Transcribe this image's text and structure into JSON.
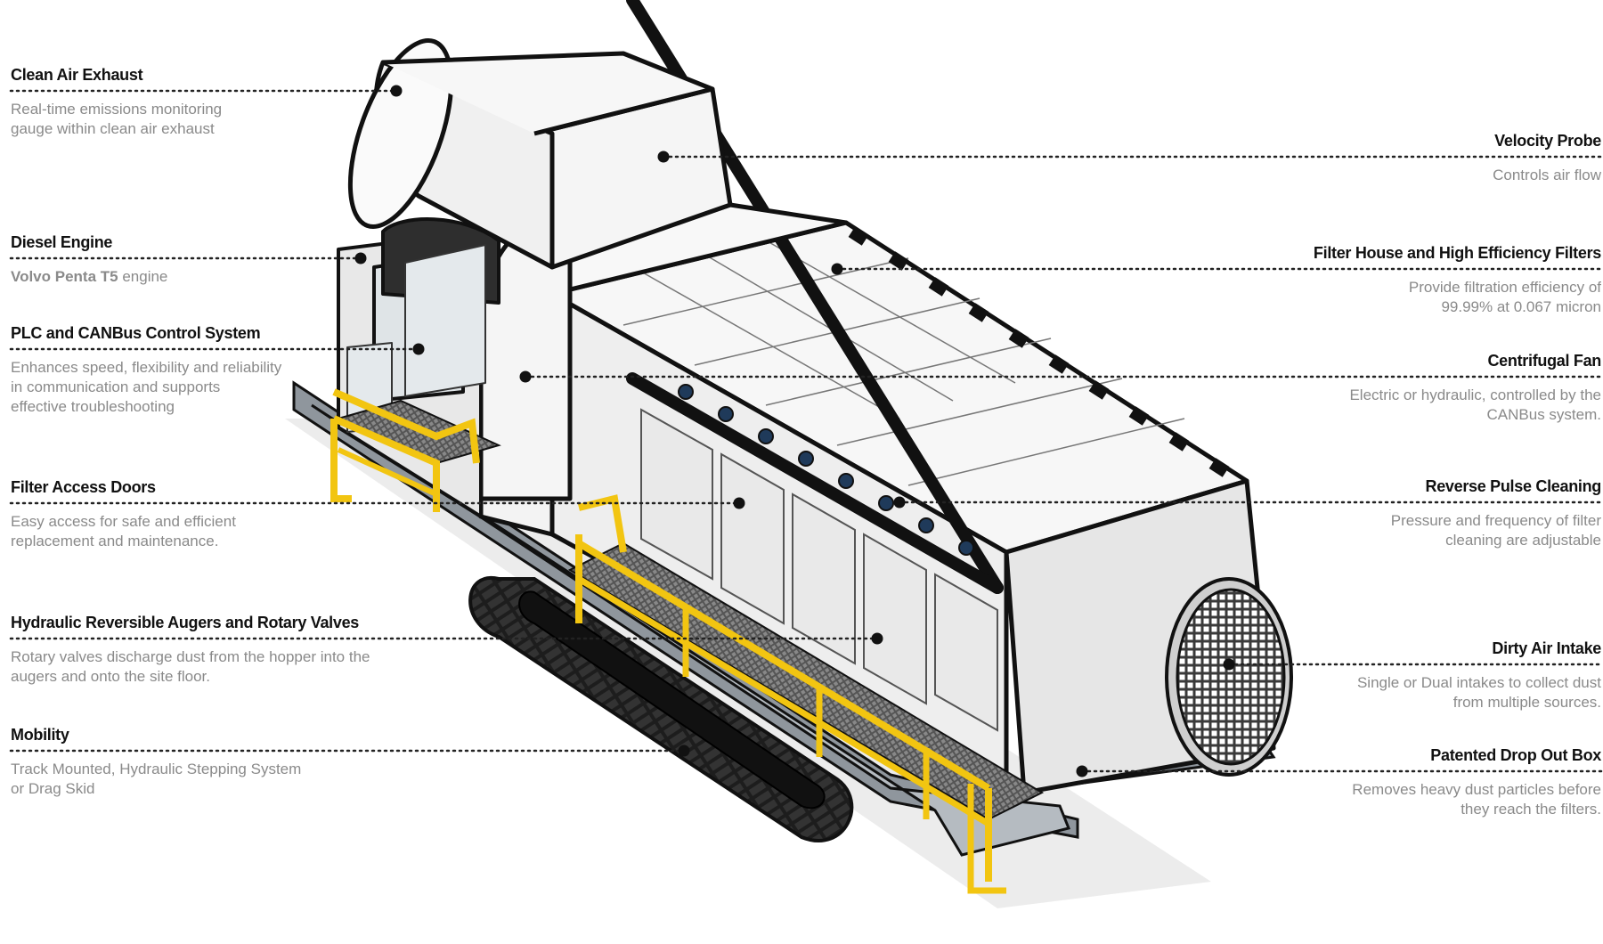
{
  "colors": {
    "background": "#ffffff",
    "title_text": "#111111",
    "description_text": "#8a8a8a",
    "leader_line": "#222222",
    "machine_body": "#f2f2f2",
    "outline": "#111111",
    "railing": "#f2c511",
    "track": "#2a2a2a",
    "frame": "#9aa0a6"
  },
  "callouts": {
    "clean_air_exhaust": {
      "title": "Clean Air Exhaust",
      "desc_line1": "Real-time emissions monitoring",
      "desc_line2": "gauge within clean air exhaust"
    },
    "diesel_engine": {
      "title": "Diesel Engine",
      "desc_bold": "Volvo Penta T5",
      "desc_rest": " engine"
    },
    "plc_control": {
      "title": "PLC and CANBus Control System",
      "desc_line1": "Enhances speed, flexibility and reliability",
      "desc_line2": "in communication and supports",
      "desc_line3": "effective troubleshooting"
    },
    "filter_access_doors": {
      "title": "Filter Access Doors",
      "desc_line1": "Easy access for safe and efficient",
      "desc_line2": "replacement and maintenance."
    },
    "hydraulic_augers": {
      "title": "Hydraulic Reversible Augers and Rotary Valves",
      "desc_line1": "Rotary valves discharge dust from the hopper into the",
      "desc_line2": "augers and onto the site floor."
    },
    "mobility": {
      "title": "Mobility",
      "desc_line1": "Track Mounted, Hydraulic Stepping System",
      "desc_line2": "or Drag Skid"
    },
    "velocity_probe": {
      "title": "Velocity Probe",
      "desc_line1": "Controls air flow"
    },
    "filter_house": {
      "title": "Filter House and High Efficiency Filters",
      "desc_line1": "Provide filtration efficiency of",
      "desc_line2": "99.99% at 0.067 micron"
    },
    "centrifugal_fan": {
      "title": "Centrifugal Fan",
      "desc_line1": "Electric or hydraulic, controlled by the",
      "desc_line2": "CANBus system."
    },
    "reverse_pulse": {
      "title": "Reverse Pulse Cleaning",
      "desc_line1": "Pressure and frequency of filter",
      "desc_line2": "cleaning are adjustable"
    },
    "dirty_air_intake": {
      "title": "Dirty Air Intake",
      "desc_line1": "Single or Dual intakes to collect dust",
      "desc_line2": "from multiple sources."
    },
    "drop_out_box": {
      "title": "Patented Drop Out Box",
      "desc_line1": "Removes heavy dust particles before",
      "desc_line2": "they reach the filters."
    }
  }
}
